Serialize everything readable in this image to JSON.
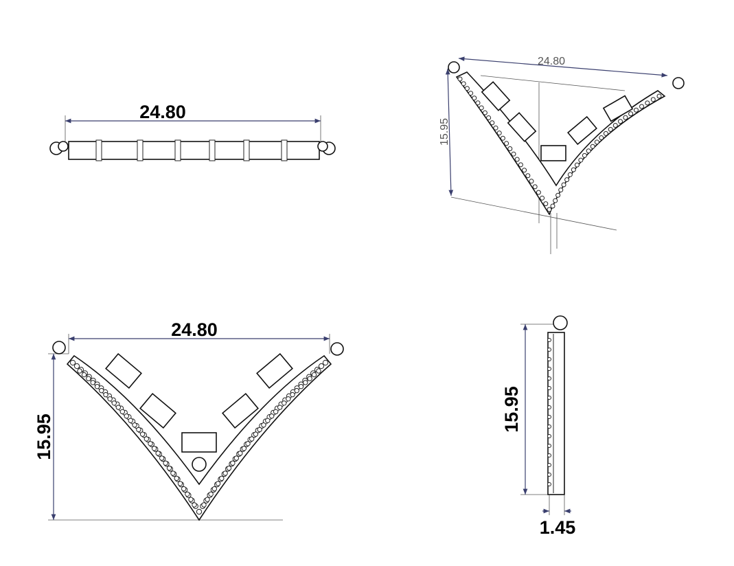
{
  "views": {
    "top": {
      "width_label": "24.80"
    },
    "isometric": {
      "width_label": "24.80",
      "height_label": "15.95"
    },
    "front": {
      "width_label": "24.80",
      "height_label": "15.95"
    },
    "side": {
      "height_label": "15.95",
      "thickness_label": "1.45"
    }
  },
  "colors": {
    "dimension_line": "#3a3f6e",
    "outline": "#111111"
  }
}
